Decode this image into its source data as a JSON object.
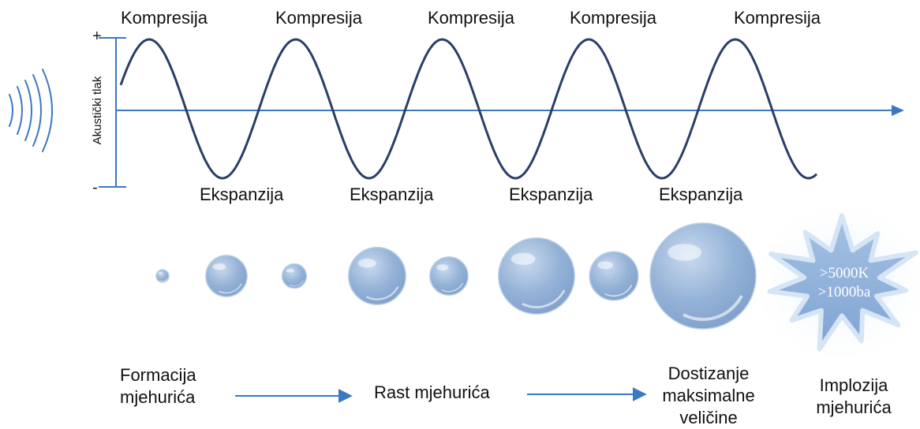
{
  "axis": {
    "y_title": "Akustički tlak",
    "plus": "+",
    "minus": "-"
  },
  "wave": {
    "cycles": 5,
    "compression_labels": [
      "Kompresija",
      "Kompresija",
      "Kompresija",
      "Kompresija",
      "Kompresija"
    ],
    "expansion_labels": [
      "Ekspanzija",
      "Ekspanzija",
      "Ekspanzija",
      "Ekspanzija"
    ]
  },
  "bubbles": {
    "relative_sizes": [
      0.12,
      0.39,
      0.23,
      0.54,
      0.36,
      0.72,
      0.46,
      1.0
    ],
    "implosion_lines": [
      ">5000K",
      ">1000ba"
    ]
  },
  "stages": {
    "formation": "Formacija\nmjehurića",
    "growth": "Rast mjehurića",
    "max_size": "Dostizanje\nmaksimalne\nveličine",
    "implosion": "Implozija\nmjehurića"
  },
  "colors": {
    "wave": "#2c3e66",
    "axis": "#3a78c2",
    "bubble": "#95b3d7",
    "arrow": "#3a78c2",
    "star_inner": "#8fb1d9",
    "star_glow": "#cfe0f3"
  },
  "icons": {
    "sound": "sound-waves-icon"
  }
}
